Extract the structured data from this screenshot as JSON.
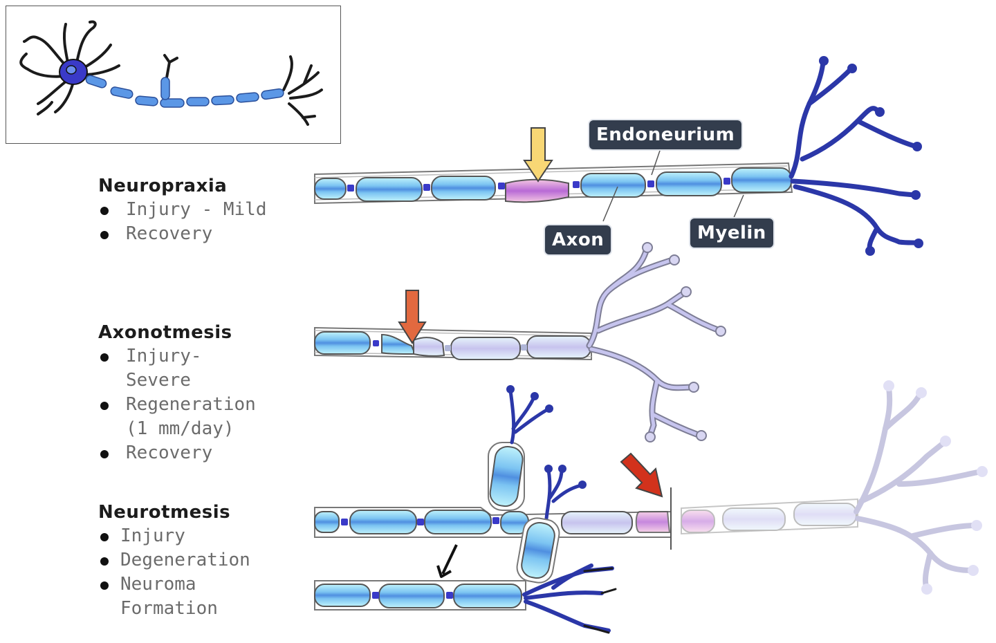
{
  "labels": {
    "endoneurium": "Endoneurium",
    "axon": "Axon",
    "myelin": "Myelin"
  },
  "sections": [
    {
      "title": "Neuropraxia",
      "items": [
        [
          "Injury - Mild"
        ],
        [
          "Recovery"
        ]
      ]
    },
    {
      "title": "Axonotmesis",
      "items": [
        [
          "Injury-",
          "Severe"
        ],
        [
          "Regeneration",
          "(1 mm/day)"
        ],
        [
          "Recovery"
        ]
      ]
    },
    {
      "title": "Neurotmesis",
      "items": [
        [
          "Injury"
        ],
        [
          "Degeneration"
        ],
        [
          "Neuroma",
          "Formation"
        ]
      ]
    }
  ],
  "colors": {
    "myelin_fill": "#a6e8f7",
    "myelin_stripe": "#4f8fe0",
    "node": "#3a3ac8",
    "terminal": "#2b37a8",
    "faded": "#b9b6e6",
    "arrow_yellow": "#f8d775",
    "arrow_orange": "#e2693f",
    "arrow_red": "#d2321c",
    "tag_bg": "#333d4d"
  }
}
